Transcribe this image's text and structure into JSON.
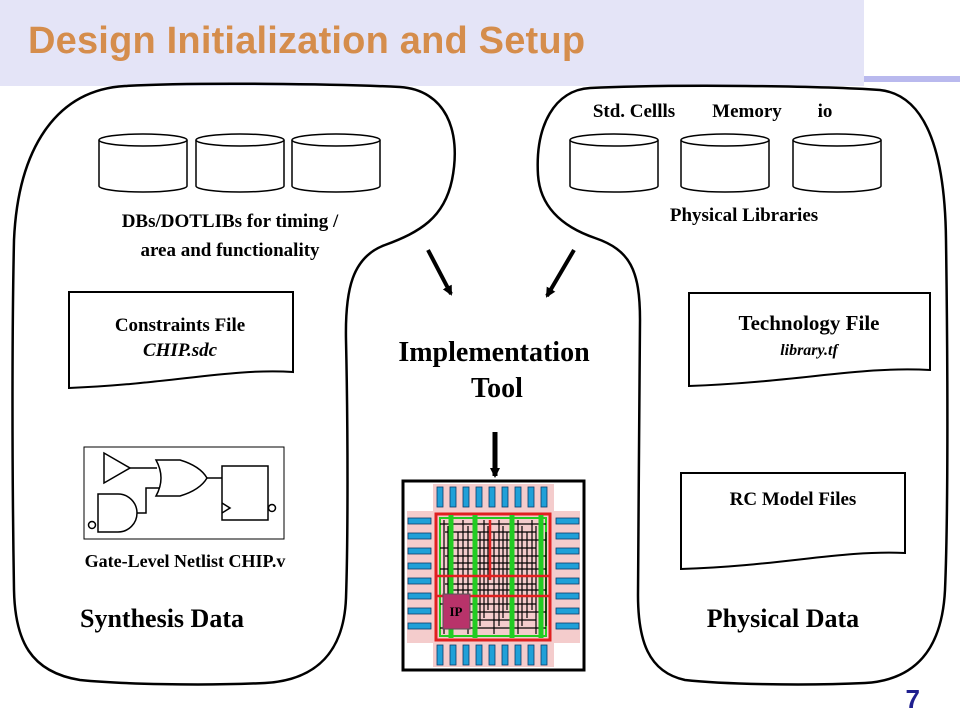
{
  "slide": {
    "title": "Design Initialization and Setup",
    "page_number": "7"
  },
  "synthesis": {
    "db_caption_line1": "DBs/DOTLIBs for timing /",
    "db_caption_line2": "area and functionality",
    "constraints_title": "Constraints File",
    "constraints_file": "CHIP.sdc",
    "netlist_caption": "Gate-Level Netlist CHIP.v",
    "label": "Synthesis Data"
  },
  "physical": {
    "lib_std_cells": "Std. Cellls",
    "lib_memory": "Memory",
    "lib_io": "io",
    "libraries_caption": "Physical Libraries",
    "tech_title": "Technology File",
    "tech_file": "library.tf",
    "rc_title": "RC Model Files",
    "label": "Physical Data"
  },
  "center": {
    "tool_line1": "Implementation",
    "tool_line2": "Tool",
    "ip_label": "IP"
  },
  "colors": {
    "title": "#d58d4c",
    "title_bar": "#e4e4f7",
    "page_number": "#1f1f8f",
    "io_pad": "#1fa0d8",
    "core_fill": "#f4cccc",
    "ip_block": "#b8336a",
    "power_stripe": "#22cc22",
    "wire_red": "#e02020"
  }
}
